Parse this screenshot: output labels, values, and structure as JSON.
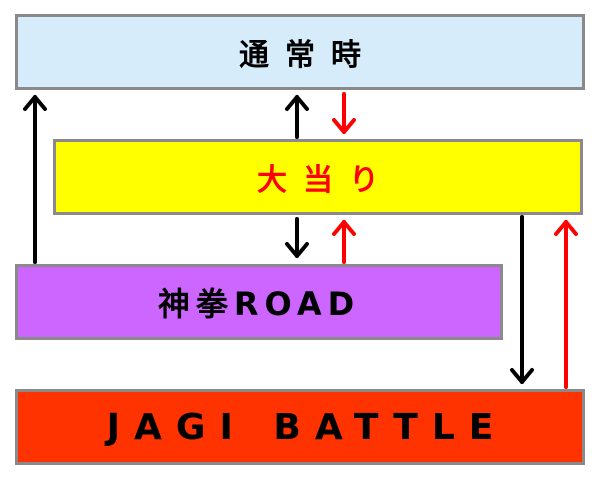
{
  "states": {
    "normal": {
      "label": "通常時",
      "fill": "#d7ecfa",
      "text_color": "#000000"
    },
    "jackpot": {
      "label": "大当り",
      "fill": "#ffff00",
      "text_color": "#ff0000"
    },
    "road": {
      "label": "神拳ROAD",
      "fill": "#cc66ff",
      "text_color": "#000000"
    },
    "battle": {
      "label": "JAGI BATTLE",
      "fill": "#ff3300",
      "text_color": "#000000"
    }
  },
  "colors": {
    "border": "#8a8a8a",
    "arrow_black": "#000000",
    "arrow_red": "#ff0000"
  }
}
